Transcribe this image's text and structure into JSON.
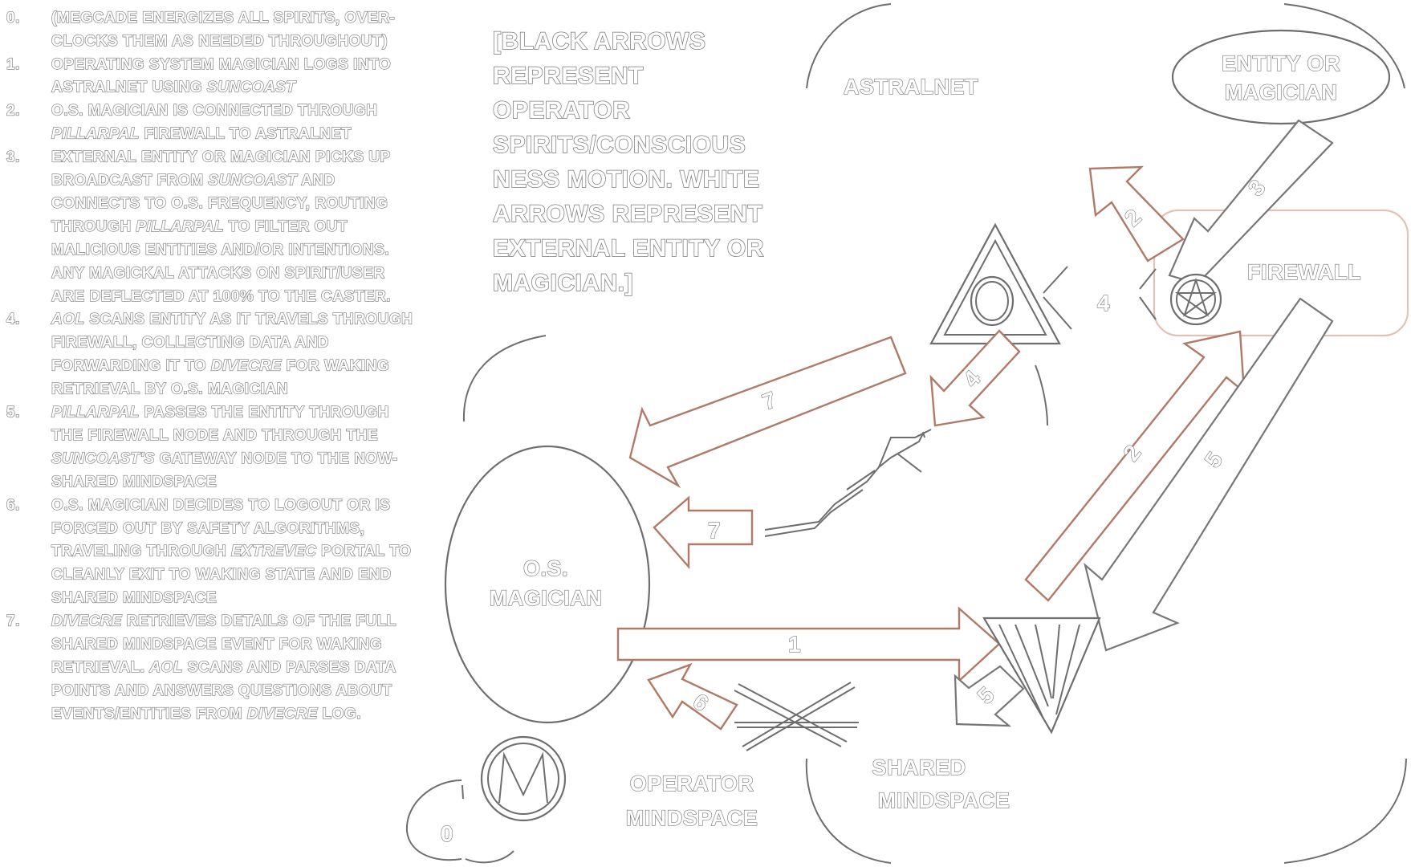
{
  "steps": [
    {
      "num": "0.",
      "lines": [
        [
          {
            "t": "(MEGCADE ENERGIZES ALL SPIRITS, OVER-"
          }
        ],
        [
          {
            "t": "CLOCKS THEM AS NEEDED THROUGHOUT)"
          }
        ]
      ]
    },
    {
      "num": "1.",
      "lines": [
        [
          {
            "t": "OPERATING SYSTEM MAGICIAN LOGS INTO"
          }
        ],
        [
          {
            "t": "ASTRALNET USING "
          },
          {
            "t": "SUNCOAST",
            "i": true
          }
        ]
      ]
    },
    {
      "num": "2.",
      "lines": [
        [
          {
            "t": "O.S. MAGICIAN IS CONNECTED THROUGH"
          }
        ],
        [
          {
            "t": "PILLARPAL",
            "i": true
          },
          {
            "t": " FIREWALL TO ASTRALNET"
          }
        ]
      ]
    },
    {
      "num": "3.",
      "lines": [
        [
          {
            "t": "EXTERNAL ENTITY OR MAGICIAN PICKS UP"
          }
        ],
        [
          {
            "t": "BROADCAST FROM "
          },
          {
            "t": "SUNCOAST",
            "i": true
          },
          {
            "t": " AND"
          }
        ],
        [
          {
            "t": "CONNECTS TO O.S. FREQUENCY, ROUTING"
          }
        ],
        [
          {
            "t": "THROUGH "
          },
          {
            "t": "PILLARPAL",
            "i": true
          },
          {
            "t": " TO FILTER OUT"
          }
        ],
        [
          {
            "t": "MALICIOUS ENTITIES AND/OR INTENTIONS."
          }
        ],
        [
          {
            "t": "ANY MAGICKAL ATTACKS ON SPIRIT/USER"
          }
        ],
        [
          {
            "t": "ARE DEFLECTED AT 100% TO THE CASTER."
          }
        ]
      ]
    },
    {
      "num": "4.",
      "lines": [
        [
          {
            "t": "AOL",
            "i": true
          },
          {
            "t": " SCANS ENTITY AS IT TRAVELS THROUGH"
          }
        ],
        [
          {
            "t": "FIREWALL, COLLECTING DATA AND"
          }
        ],
        [
          {
            "t": "FORWARDING IT TO "
          },
          {
            "t": "DIVECRE",
            "i": true
          },
          {
            "t": " FOR WAKING"
          }
        ],
        [
          {
            "t": "RETRIEVAL BY O.S. MAGICIAN"
          }
        ]
      ]
    },
    {
      "num": "5.",
      "lines": [
        [
          {
            "t": "PILLARPAL",
            "i": true
          },
          {
            "t": " PASSES THE ENTITY THROUGH"
          }
        ],
        [
          {
            "t": "THE FIREWALL NODE AND THROUGH THE"
          }
        ],
        [
          {
            "t": "SUNCOAST'S",
            "i": true
          },
          {
            "t": " GATEWAY NODE TO THE NOW-"
          }
        ],
        [
          {
            "t": "SHARED MINDSPACE"
          }
        ]
      ]
    },
    {
      "num": "6.",
      "lines": [
        [
          {
            "t": "O.S. MAGICIAN DECIDES TO LOGOUT OR IS"
          }
        ],
        [
          {
            "t": "FORCED OUT BY SAFETY ALGORITHMS,"
          }
        ],
        [
          {
            "t": "TRAVELING THROUGH "
          },
          {
            "t": "EXTREVEC",
            "i": true
          },
          {
            "t": " PORTAL TO"
          }
        ],
        [
          {
            "t": "CLEANLY EXIT TO WAKING STATE AND END"
          }
        ],
        [
          {
            "t": "SHARED MINDSPACE"
          }
        ]
      ]
    },
    {
      "num": "7.",
      "lines": [
        [
          {
            "t": "DIVECRE",
            "i": true
          },
          {
            "t": " RETRIEVES DETAILS OF THE FULL"
          }
        ],
        [
          {
            "t": "SHARED MINDSPACE EVENT FOR WAKING"
          }
        ],
        [
          {
            "t": "RETRIEVAL. "
          },
          {
            "t": "AOL",
            "i": true
          },
          {
            "t": " SCANS AND PARSES DATA"
          }
        ],
        [
          {
            "t": "POINTS AND ANSWERS QUESTIONS ABOUT"
          }
        ],
        [
          {
            "t": "EVENTS/ENTITIES FROM "
          },
          {
            "t": "DIVECRE",
            "i": true
          },
          {
            "t": " LOG."
          }
        ]
      ]
    }
  ],
  "legend_lines": [
    "[BLACK ARROWS",
    "REPRESENT",
    "OPERATOR",
    "SPIRITS/CONSCIOUS",
    "NESS MOTION. WHITE",
    "ARROWS REPRESENT",
    "EXTERNAL ENTITY OR",
    "MAGICIAN.]"
  ],
  "labels": {
    "astralnet": "ASTRALNET",
    "entity_line1": "ENTITY OR",
    "entity_line2": "MAGICIAN",
    "firewall": "FIREWALL",
    "os_magician_line1": "O.S.",
    "os_magician_line2": "MAGICIAN",
    "operator_line1": "OPERATOR",
    "operator_line2": "MINDSPACE",
    "shared_line1": "SHARED",
    "shared_line2": "MINDSPACE",
    "zero_node": "0",
    "megcade_letter": "M",
    "alchemy_letter": "O"
  },
  "arrow_numbers": {
    "a1": "1",
    "a2_small": "2",
    "a2_long": "2",
    "a3": "3",
    "a4_arrow": "4",
    "a4_label": "4",
    "a5_long": "5",
    "a5_small": "5",
    "a6": "6",
    "a7_long": "7",
    "a7_small": "7"
  },
  "colors": {
    "operator_arrow": "#b07a66",
    "external_arrow": "#777777",
    "firewall_border": "#e2c2b4",
    "outline": "#6e6e6e"
  }
}
